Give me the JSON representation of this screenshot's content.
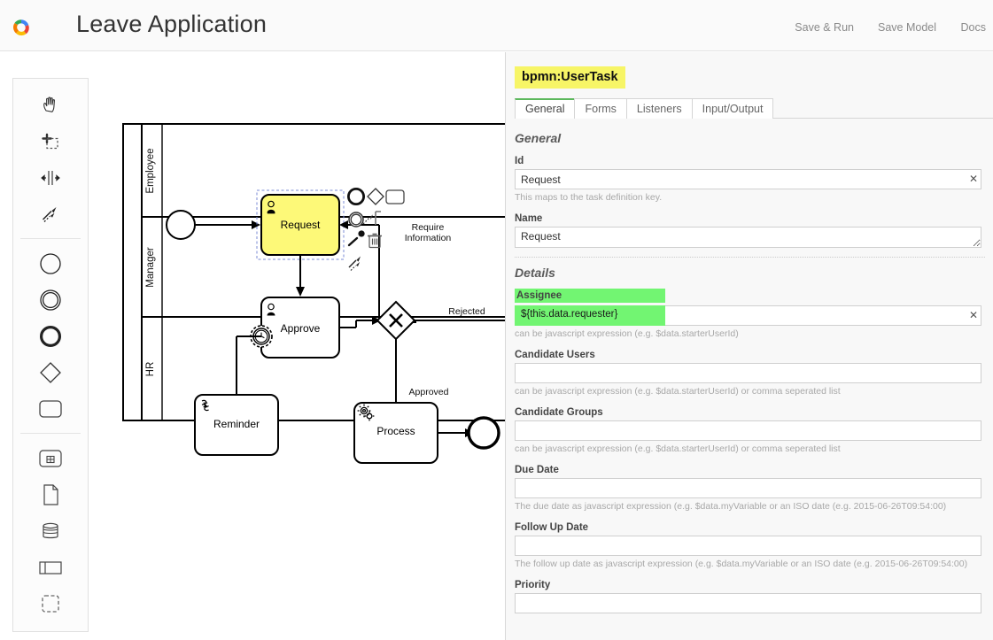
{
  "header": {
    "logo_icon": "pinwheel-logo-icon",
    "title": "Leave Application",
    "nav": [
      {
        "label": "Save & Run",
        "name": "save-and-run"
      },
      {
        "label": "Save Model",
        "name": "save-model"
      },
      {
        "label": "Docs",
        "name": "docs"
      }
    ]
  },
  "palette": {
    "groups": [
      {
        "items": [
          {
            "icon": "hand-tool-icon",
            "label": "Activate the hand tool"
          },
          {
            "icon": "lasso-tool-icon",
            "label": "Activate the lasso tool"
          },
          {
            "icon": "space-tool-icon",
            "label": "Activate the create/remove space tool"
          },
          {
            "icon": "global-connect-tool-icon",
            "label": "Activate the global connect tool"
          }
        ]
      },
      {
        "items": [
          {
            "icon": "start-event-icon",
            "label": "Create StartEvent"
          },
          {
            "icon": "intermediate-event-icon",
            "label": "Create Intermediate/Boundary Event"
          },
          {
            "icon": "end-event-icon",
            "label": "Create EndEvent"
          },
          {
            "icon": "gateway-icon",
            "label": "Create Gateway"
          },
          {
            "icon": "task-icon",
            "label": "Create Task"
          }
        ]
      },
      {
        "items": [
          {
            "icon": "subprocess-icon",
            "label": "Create expanded SubProcess"
          },
          {
            "icon": "data-object-icon",
            "label": "Create DataObjectReference"
          },
          {
            "icon": "data-store-icon",
            "label": "Create DataStoreReference"
          },
          {
            "icon": "participant-icon",
            "label": "Create Pool/Participant"
          },
          {
            "icon": "group-icon",
            "label": "Create Group"
          }
        ]
      }
    ]
  },
  "diagram": {
    "lanes": [
      {
        "name": "Employee"
      },
      {
        "name": "Manager"
      },
      {
        "name": "HR"
      }
    ],
    "nodes": [
      {
        "id": "start",
        "type": "start-event",
        "label": ""
      },
      {
        "id": "request",
        "type": "user-task",
        "label": "Request",
        "selected": true,
        "fill": "#fdf978"
      },
      {
        "id": "approve",
        "type": "user-task",
        "label": "Approve"
      },
      {
        "id": "timer",
        "type": "timer-boundary-event",
        "label": ""
      },
      {
        "id": "gateway",
        "type": "exclusive-gateway",
        "label": ""
      },
      {
        "id": "reminder",
        "type": "script-task",
        "label": "Reminder"
      },
      {
        "id": "process",
        "type": "service-task",
        "label": "Process"
      },
      {
        "id": "end",
        "type": "end-event",
        "label": ""
      }
    ],
    "flow_labels": [
      {
        "id": "require-information",
        "text_line1": "Require",
        "text_line2": "Information"
      },
      {
        "id": "rejected",
        "text": "Rejected"
      },
      {
        "id": "approved",
        "text": "Approved"
      }
    ],
    "context_pad": [
      {
        "icon": "append-end-event-icon"
      },
      {
        "icon": "append-gateway-icon"
      },
      {
        "icon": "append-task-icon"
      },
      {
        "icon": "append-intermediate-event-icon"
      },
      {
        "icon": "append-text-annotation-icon"
      },
      {
        "icon": "wrench-icon"
      },
      {
        "icon": "trash-icon"
      },
      {
        "icon": "connect-icon"
      }
    ]
  },
  "panel": {
    "element_type": "bpmn:UserTask",
    "tabs": [
      {
        "label": "General",
        "active": true
      },
      {
        "label": "Forms",
        "active": false
      },
      {
        "label": "Listeners",
        "active": false
      },
      {
        "label": "Input/Output",
        "active": false
      }
    ],
    "sections": [
      {
        "title": "General",
        "fields": [
          {
            "label": "Id",
            "value": "Request",
            "hint": "This maps to the task definition key.",
            "clearable": true,
            "control": "input"
          },
          {
            "label": "Name",
            "value": "Request",
            "hint": "",
            "clearable": false,
            "control": "textarea"
          }
        ]
      },
      {
        "title": "Details",
        "fields": [
          {
            "label": "Assignee",
            "value": "${this.data.requester}",
            "hint": "can be javascript expression (e.g. $data.starterUserId)",
            "clearable": true,
            "control": "input",
            "highlight": "#72f572"
          },
          {
            "label": "Candidate Users",
            "value": "",
            "hint": "can be javascript expression (e.g. $data.starterUserId) or comma seperated list",
            "clearable": false,
            "control": "input"
          },
          {
            "label": "Candidate Groups",
            "value": "",
            "hint": "can be javascript expression (e.g. $data.starterUserId) or comma seperated list",
            "clearable": false,
            "control": "input"
          },
          {
            "label": "Due Date",
            "value": "",
            "hint": "The due date as javascript expression (e.g. $data.myVariable or an ISO date (e.g. 2015-06-26T09:54:00)",
            "clearable": false,
            "control": "input"
          },
          {
            "label": "Follow Up Date",
            "value": "",
            "hint": "The follow up date as javascript expression (e.g. $data.myVariable or an ISO date (e.g. 2015-06-26T09:54:00)",
            "clearable": false,
            "control": "input"
          },
          {
            "label": "Priority",
            "value": "",
            "hint": "",
            "clearable": false,
            "control": "input"
          }
        ]
      }
    ]
  },
  "colors": {
    "accent_green": "#5cb85c",
    "highlight_yellow": "#f7f566",
    "highlight_green": "#72f572",
    "task_fill": "#fdf978",
    "panel_bg": "#f8f8f8"
  }
}
